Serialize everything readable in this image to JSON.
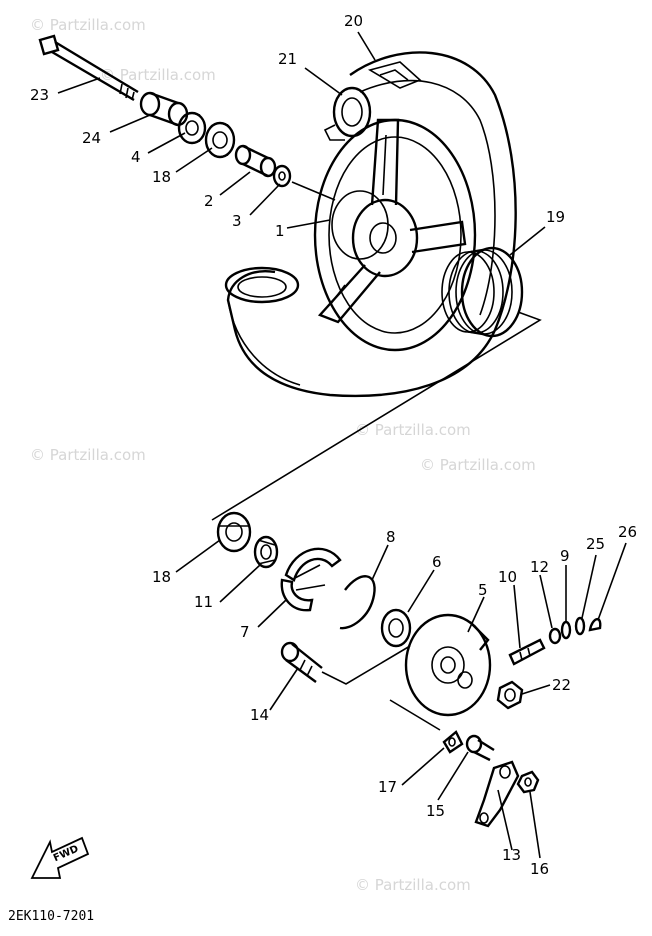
{
  "watermarks": [
    "© Partzilla.com",
    "© Partzilla.com",
    "© Partzilla.com",
    "© Partzilla.com",
    "© Partzilla.com",
    "© Partzilla.com"
  ],
  "callouts": [
    "1",
    "2",
    "3",
    "4",
    "5",
    "6",
    "7",
    "8",
    "9",
    "10",
    "11",
    "12",
    "13",
    "14",
    "15",
    "16",
    "17",
    "18",
    "18",
    "19",
    "20",
    "21",
    "22",
    "23",
    "24",
    "25",
    "26"
  ],
  "fwd_label": "FWD",
  "diagram_code": "2EK110-7201"
}
